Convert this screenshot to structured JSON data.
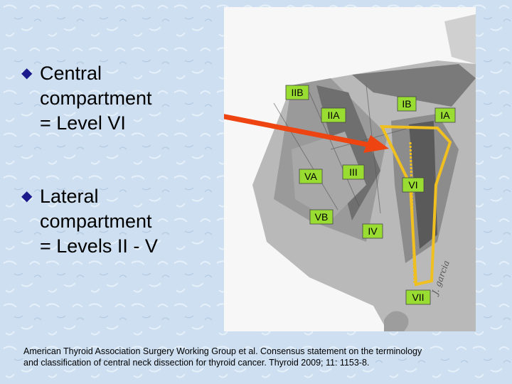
{
  "bullets": [
    {
      "line1": "Central",
      "line2": "compartment",
      "line3": "= Level VI"
    },
    {
      "line1": "Lateral",
      "line2": "compartment",
      "line3": "= Levels II - V"
    }
  ],
  "figure": {
    "labels": {
      "IIB": "IIB",
      "IB": "IB",
      "IIA": "IIA",
      "IA": "IA",
      "VA": "VA",
      "III": "III",
      "VI": "VI",
      "VB": "VB",
      "IV": "IV",
      "VII": "VII"
    },
    "signature": "J. garcia",
    "colors": {
      "label_bg": "#99dd33",
      "outline": "#f0c020",
      "arrow": "#ee4411"
    }
  },
  "citation": {
    "line1": "American Thyroid Association Surgery Working Group et al. Consensus statement on the terminology",
    "line2": "and classification of central neck dissection for thyroid cancer. Thyroid 2009; 11: 1153-8."
  }
}
